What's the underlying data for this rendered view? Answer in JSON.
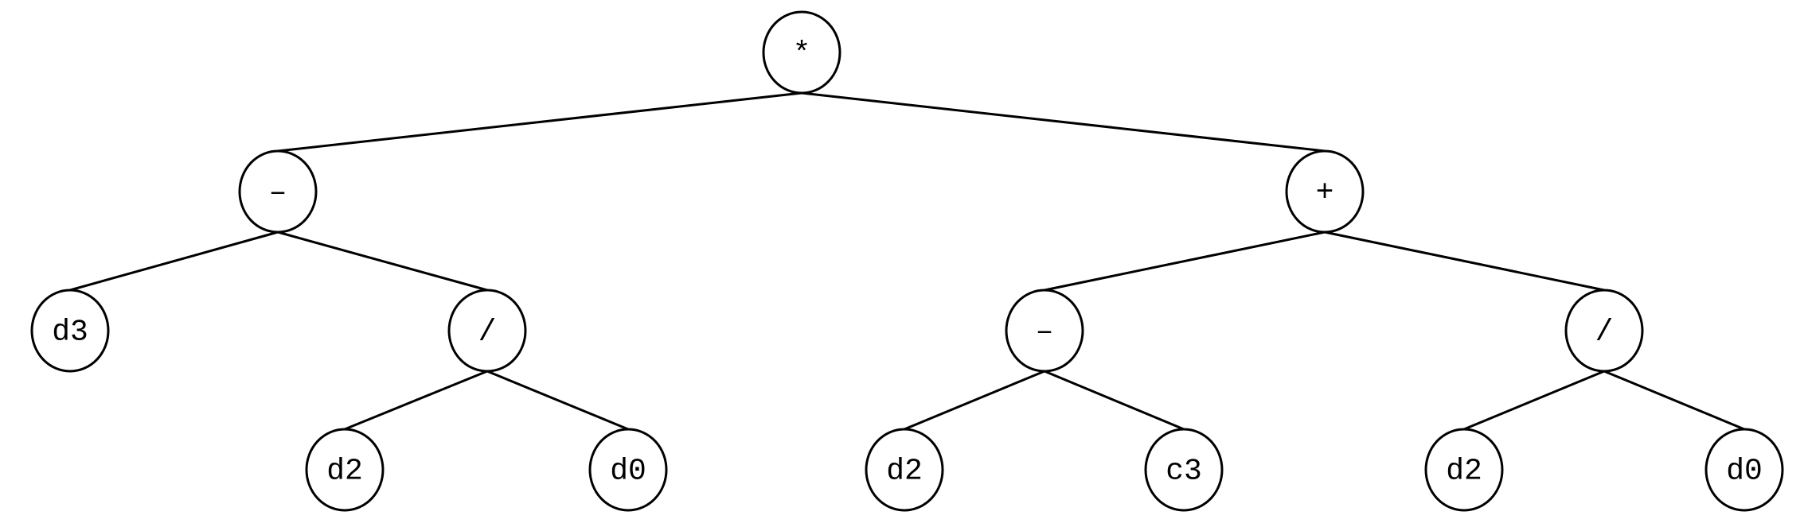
{
  "tree": {
    "nodes": [
      {
        "id": "n_root",
        "label": "*",
        "parent": null
      },
      {
        "id": "n_l",
        "label": "–",
        "parent": "n_root"
      },
      {
        "id": "n_r",
        "label": "+",
        "parent": "n_root"
      },
      {
        "id": "n_ll",
        "label": "d3",
        "parent": "n_l"
      },
      {
        "id": "n_lr",
        "label": "/",
        "parent": "n_l"
      },
      {
        "id": "n_rl",
        "label": "–",
        "parent": "n_r"
      },
      {
        "id": "n_rr",
        "label": "/",
        "parent": "n_r"
      },
      {
        "id": "n_lrl",
        "label": "d2",
        "parent": "n_lr"
      },
      {
        "id": "n_lrr",
        "label": "d0",
        "parent": "n_lr"
      },
      {
        "id": "n_rll",
        "label": "d2",
        "parent": "n_rl"
      },
      {
        "id": "n_rlr",
        "label": "c3",
        "parent": "n_rl"
      },
      {
        "id": "n_rrl",
        "label": "d2",
        "parent": "n_rr"
      },
      {
        "id": "n_rrr",
        "label": "d0",
        "parent": "n_rr"
      }
    ]
  }
}
